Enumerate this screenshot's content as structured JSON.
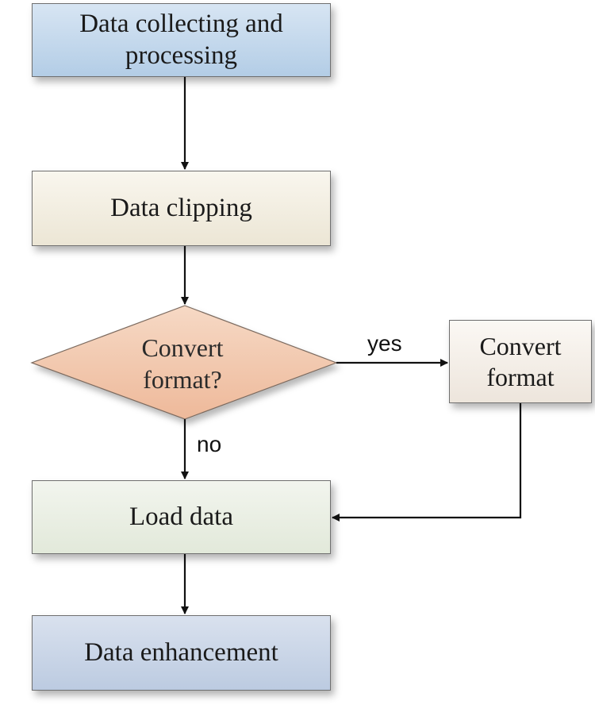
{
  "nodes": {
    "collect": "Data collecting and processing",
    "clip": "Data clipping",
    "decision": "Convert format?",
    "convert": "Convert format",
    "load": "Load data",
    "enhance": "Data enhancement"
  },
  "edges": {
    "yes": "yes",
    "no": "no"
  },
  "colors": {
    "collect_fill": "#c3d8ec",
    "clip_fill": "#f3efe2",
    "decision_fill": "#f2c9ae",
    "convert_fill": "#f5f0ea",
    "load_fill": "#eaf0e4",
    "enhance_fill": "#cbd6e8",
    "arrow": "#111111"
  }
}
